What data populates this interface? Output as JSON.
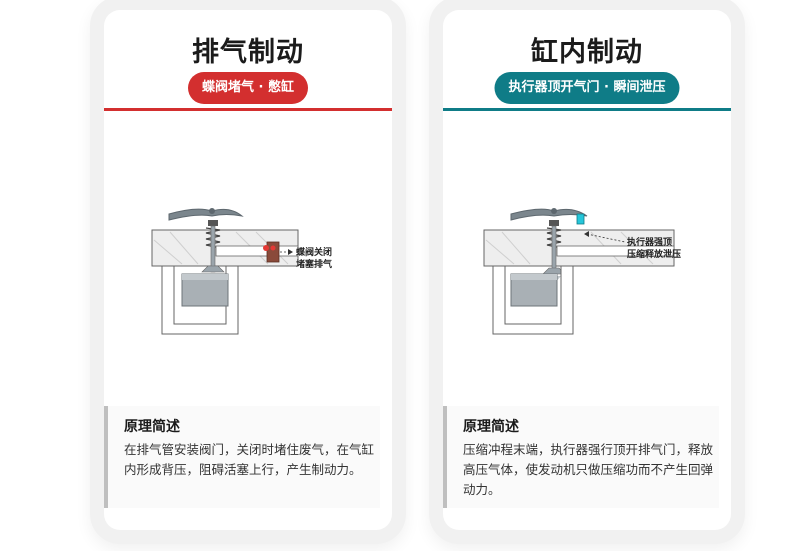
{
  "colors": {
    "red": "#d32f2f",
    "teal": "#0f7c87",
    "steel": "#9aa4ab",
    "piston": "#a9b0b5",
    "valve_brown": "#8a4a3a"
  },
  "exhaust_card": {
    "title": "排气制动",
    "tag": "蝶阀堵气 · 憋缸",
    "label_line1": "蝶阀关闭",
    "label_line2": "堵塞排气",
    "note_title": "原理简述",
    "note_body": "在排气管安装阀门，关闭时堵住废气，在气缸内形成背压，阻碍活塞上行，产生制动力。"
  },
  "cylinder_card": {
    "title": "缸内制动",
    "tag": "执行器顶开气门 · 瞬间泄压",
    "label_line1": "执行器强顶",
    "label_line2": "压缩释放泄压",
    "note_title": "原理简述",
    "note_body": "压缩冲程末端，执行器强行顶开排气门，释放高压气体，使发动机只做压缩功而不产生回弹动力。"
  }
}
